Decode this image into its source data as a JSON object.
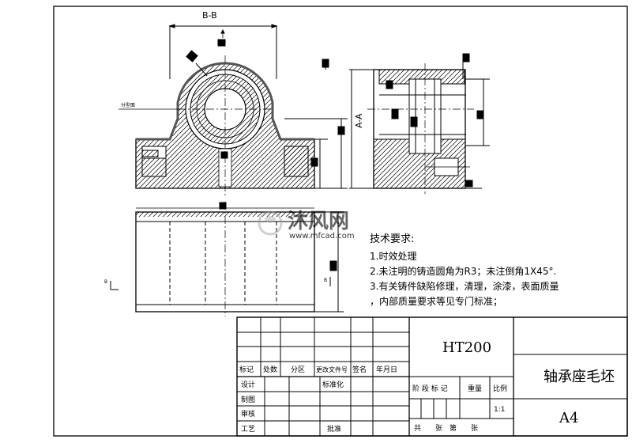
{
  "views": {
    "section_bb_label": "B-B",
    "section_aa_label": "A-A",
    "parting_label": "分型面",
    "side_marks": [
      "B",
      "B"
    ]
  },
  "watermark": {
    "name": "沐风网",
    "url": "www.mfcad.com"
  },
  "tech_requirements": {
    "heading": "技术要求:",
    "items": [
      "1.时效处理",
      "2.未注明的铸造圆角为R3；未注倒角1X45°.",
      "3.有关铸件缺陷修理，清理，涂漆，表面质量",
      "，内部质量要求等见专门标准；"
    ]
  },
  "title_block": {
    "material": "HT200",
    "part_name": "轴承座毛坯",
    "sheet_size": "A4",
    "scale_value": "1:1",
    "header_labels": [
      "标记",
      "处数",
      "分区",
      "更改文件号",
      "签名",
      "年月日"
    ],
    "left_labels": [
      "设计",
      "制图",
      "审核",
      "工艺"
    ],
    "standardization": "标准化",
    "approval": "批准",
    "stage_mark": "阶 段 标 记",
    "weight": "重量",
    "scale_label": "比例",
    "sheets": "共　　张　第　　张"
  }
}
